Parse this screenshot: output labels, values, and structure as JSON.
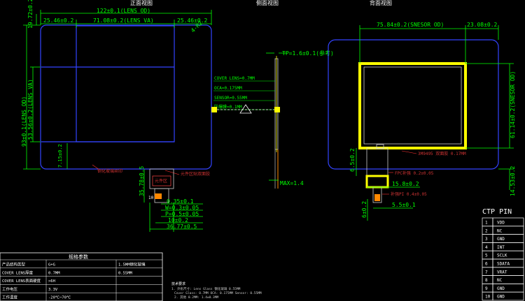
{
  "views": {
    "front": "正面视图",
    "side": "侧面视图",
    "back": "背面视图"
  },
  "front": {
    "lens_od": "122±0.1(LENS OD)",
    "left_margin": "25.46±0.2",
    "lens_va_w": "71.08±0.2(LENS VA)",
    "right_margin": "25.46±0.2",
    "top_margin": "19.72±0.2",
    "corner_r": "4-R2",
    "height_od": "93±0.1(LENS OD)",
    "height_va": "53.56±0.2(LENS VA)",
    "bottom_margin": "7.15±0.2",
    "fpc_len": "35.78±0.5",
    "note_glass": "钢化玻璃丝印",
    "note_fpc": "元件区贴双面胶",
    "fpc_label": "元件区",
    "pin_count": "10",
    "pitch_w": "0.35±0.1",
    "w_dim": "W=0.3±0.05",
    "p_dim": "P=0.5±0.05",
    "fpc_width1": "10±0.2",
    "fpc_width2": "36.77±0.5"
  },
  "side": {
    "tp": "TP=1.6±0.1(参考)",
    "cover": "COVER LENS=0.7MM",
    "oca": "OCA=0.175MM",
    "sensor": "SENSOR=0.55MM",
    "tape": "防爆膜=0.1MM",
    "max": "MAX=1.4"
  },
  "back": {
    "sensor_od": "75.84±0.2(SNESOR OD)",
    "right_margin": "23.08±0.2",
    "sensor_od_v": "61.14±0.2(SNESOR OD)",
    "bottom": "14.53±0.2",
    "ic_label": "3M9495 双面胶 0.17MM",
    "fpc_len": "6.5±0.2",
    "fpc_note": "FPC补强 0.2±0.05",
    "width": "15.8±0.2",
    "stiff_note": "补强PI 0.4±0.05",
    "tail_w": "5.5±0.1",
    "tail_h": "6±0.2"
  },
  "ctp": {
    "title": "CTP PIN",
    "pins": [
      {
        "no": "1",
        "name": "VDD"
      },
      {
        "no": "2",
        "name": "NC"
      },
      {
        "no": "3",
        "name": "GND"
      },
      {
        "no": "4",
        "name": "INT"
      },
      {
        "no": "5",
        "name": "SCLK"
      },
      {
        "no": "6",
        "name": "SDATA"
      },
      {
        "no": "7",
        "name": "VRAT"
      },
      {
        "no": "8",
        "name": "NC"
      },
      {
        "no": "9",
        "name": "GND"
      },
      {
        "no": "10",
        "name": "GND"
      }
    ]
  },
  "spec": {
    "title": "规格参数",
    "rows": [
      [
        "产品结构类型",
        "G+G",
        "1.5MM钢化玻璃"
      ],
      [
        "COVER LENS厚度",
        "0.7MM",
        "0.55MM"
      ],
      [
        "COVER LENS表面硬度",
        ">6H",
        ""
      ],
      [
        "工作电压",
        "3.3V",
        ""
      ],
      [
        "工作温度",
        "-20℃~70℃",
        ""
      ]
    ]
  },
  "notes": {
    "title": "技术要求",
    "lines": [
      "1. 外形尺寸: Lens Glass 钢化玻璃 0.55MM",
      "Cover Glass: 0.7MM  OCA: 0.175MM  Sensor: 0.55MM",
      "2. 其他 0.2MM: 1.4±0.3MM"
    ]
  }
}
